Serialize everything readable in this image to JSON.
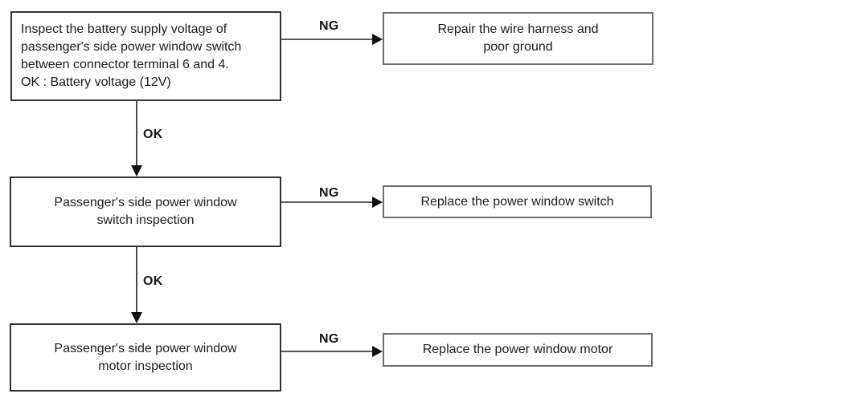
{
  "flowchart": {
    "nodes": [
      {
        "id": "battery-voltage-check",
        "text": "Inspect the battery supply voltage of\npassenger's side power window switch\nbetween connector terminal 6 and 4.\nOK : Battery voltage (12V)"
      },
      {
        "id": "repair-harness",
        "text": "Repair the wire harness and\npoor ground"
      },
      {
        "id": "switch-inspection",
        "text": "Passenger's side power window\nswitch inspection"
      },
      {
        "id": "replace-switch",
        "text": "Replace the power window switch"
      },
      {
        "id": "motor-inspection",
        "text": "Passenger's side power window\nmotor inspection"
      },
      {
        "id": "replace-motor",
        "text": "Replace the power window motor"
      }
    ],
    "edges": [
      {
        "from": "battery-voltage-check",
        "to": "repair-harness",
        "label": "NG"
      },
      {
        "from": "battery-voltage-check",
        "to": "switch-inspection",
        "label": "OK"
      },
      {
        "from": "switch-inspection",
        "to": "replace-switch",
        "label": "NG"
      },
      {
        "from": "switch-inspection",
        "to": "motor-inspection",
        "label": "OK"
      },
      {
        "from": "motor-inspection",
        "to": "replace-motor",
        "label": "NG"
      }
    ],
    "colors": {
      "background": "#ffffff",
      "box_border_dark": "#333333",
      "box_border_light": "#6e6e6e",
      "line": "#5a5a5a",
      "arrowhead": "#111111",
      "text": "#1c1c1c"
    }
  }
}
